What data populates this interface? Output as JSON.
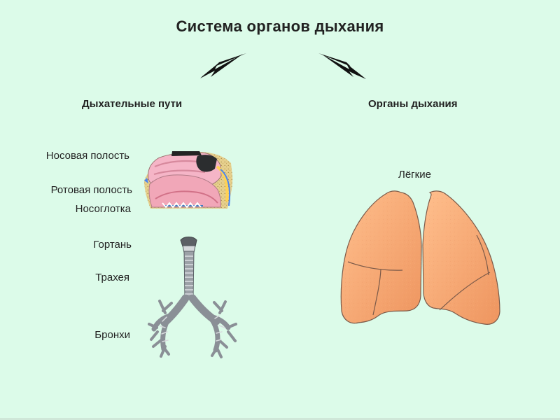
{
  "title": "Система органов дыхания",
  "branches": {
    "left": "Дыхательные пути",
    "right": "Органы дыхания"
  },
  "labels": {
    "nasal_cavity": "Носовая полость",
    "oral_cavity": "Ротовая полость",
    "nasopharynx": "Носоглотка",
    "larynx": "Гортань",
    "trachea": "Трахея",
    "bronchi": "Бронхи",
    "lungs": "Лёгкие"
  },
  "colors": {
    "background": "#dcfbe9",
    "lung_fill": "#f7a36f",
    "lung_stroke": "#8b5a3c",
    "nasal_pink": "#f6b5c7",
    "bone": "#e4c88b",
    "bronchi": "#7a7f86"
  },
  "icons": {
    "left_arrow": "diagonal-arrow-down-left",
    "right_arrow": "diagonal-arrow-down-right",
    "lungs": "lungs-illustration",
    "nasal_cavity": "nasal-cavity-illustration",
    "trachea": "trachea-bronchi-illustration"
  }
}
